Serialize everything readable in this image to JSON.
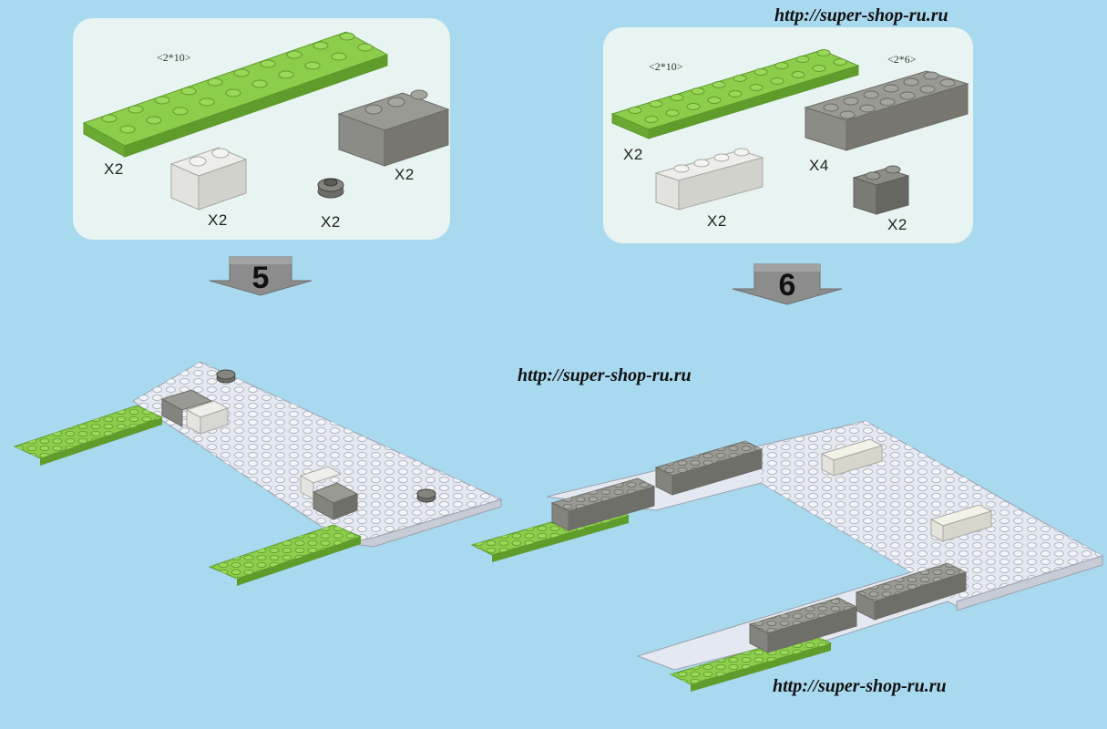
{
  "watermark": "http://super-shop-ru.ru",
  "step5": {
    "number": "5",
    "parts": {
      "green_plate_dim": "<2*10>",
      "green_plate_qty": "X2",
      "gray_brick_qty": "X2",
      "white_brick_qty": "X2",
      "round_stud_qty": "X2"
    }
  },
  "step6": {
    "number": "6",
    "parts": {
      "green_plate_dim": "<2*10>",
      "green_plate_qty": "X2",
      "gray_brick_dim": "<2*6>",
      "gray_brick_qty": "X4",
      "white_brick_qty": "X2",
      "small_gray_brick_qty": "X2"
    }
  },
  "colors": {
    "background": "#a9d9ef",
    "panel": "#e8f4f1",
    "green": "#7fc242",
    "gray": "#8e8e88",
    "white_brick": "#e6e6e0",
    "baseplate": "#e4e8f0"
  }
}
